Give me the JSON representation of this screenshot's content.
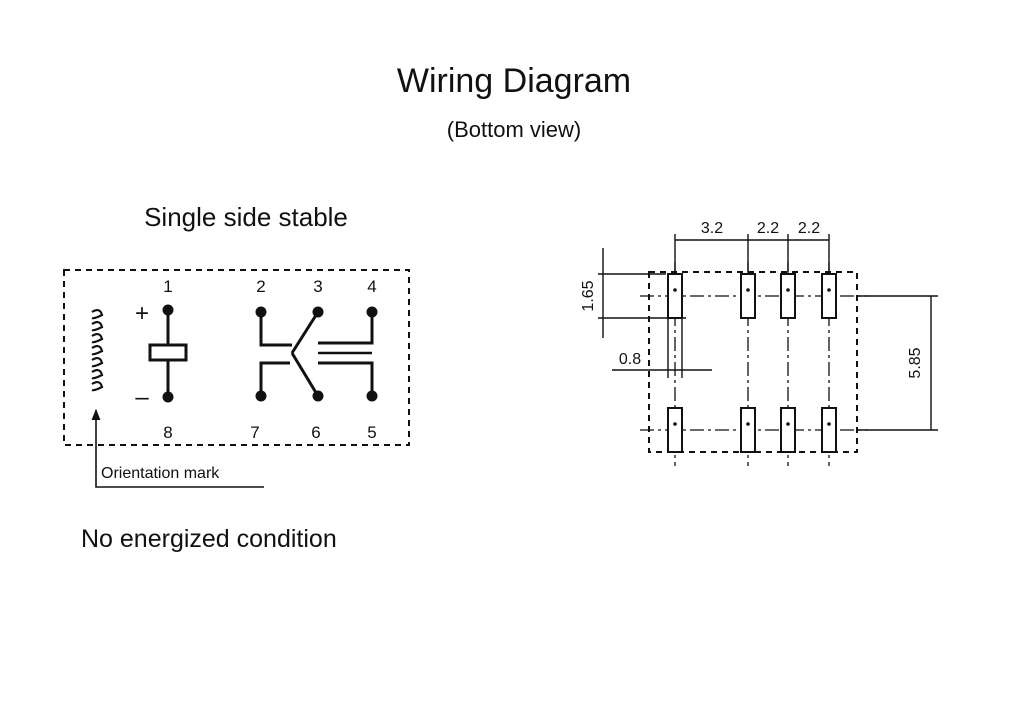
{
  "title": "Wiring Diagram",
  "subtitle": "(Bottom view)",
  "schematic": {
    "heading": "Single side stable",
    "pins_top": [
      "1",
      "2",
      "3",
      "4"
    ],
    "pins_bottom": [
      "8",
      "7",
      "6",
      "5"
    ],
    "plus": "+",
    "minus": "–",
    "orientation_label": "Orientation mark",
    "caption": "No energized condition"
  },
  "footprint": {
    "dim_pitch_1": "3.2",
    "dim_pitch_2": "2.2",
    "dim_pitch_3": "2.2",
    "dim_pad_length": "1.65",
    "dim_pad_width": "0.8",
    "dim_row_spacing": "5.85"
  }
}
